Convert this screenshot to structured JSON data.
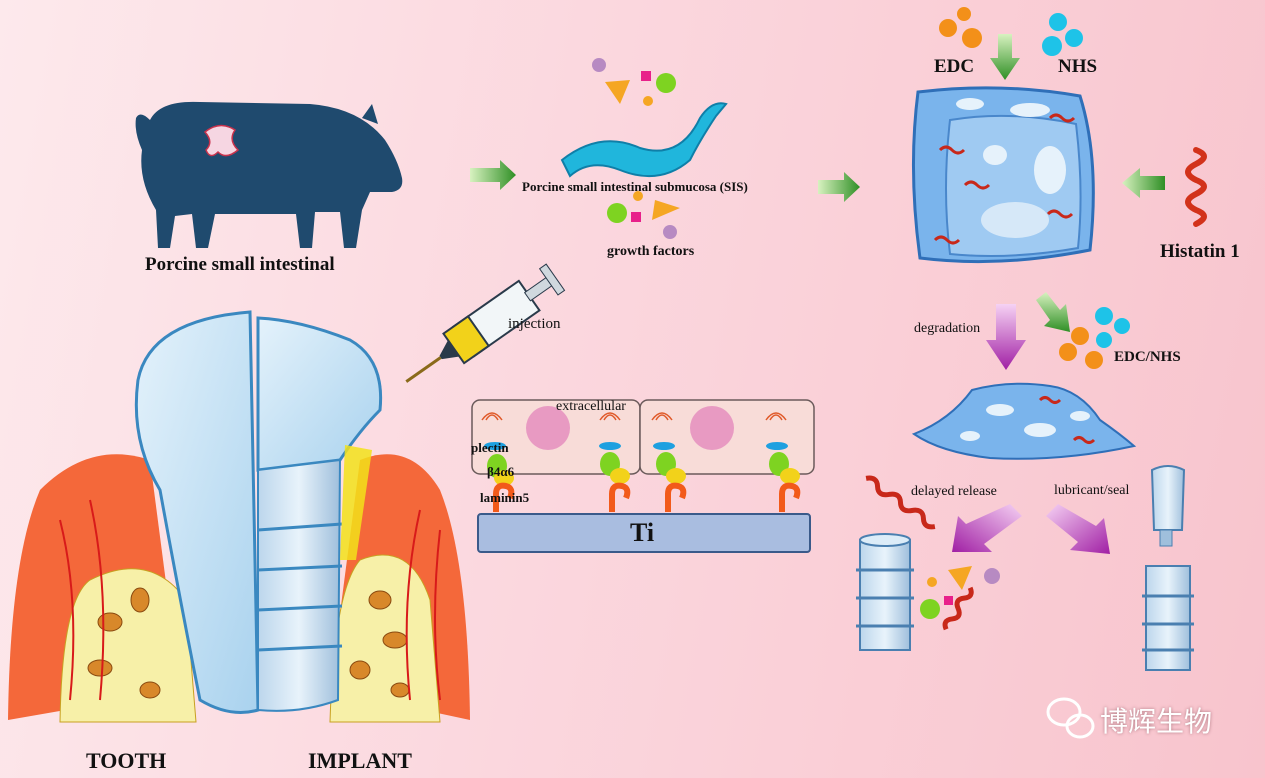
{
  "labels": {
    "pig": "Porcine small intestinal",
    "sis": "Porcine small intestinal submucosa (SIS)",
    "growth_factors": "growth factors",
    "edc": "EDC",
    "nhs": "NHS",
    "histatin": "Histatin 1",
    "degradation": "degradation",
    "edc_nhs": "EDC/NHS",
    "injection": "injection",
    "extracellular": "extracellular",
    "plectin": "plectin",
    "integrin": "β4α6",
    "laminin": "laminin5",
    "ti": "Ti",
    "delayed_release": "delayed release",
    "lubricant_seal": "lubricant/seal",
    "tooth": "TOOTH",
    "implant": "IMPLANT"
  },
  "watermark": "博辉生物",
  "colors": {
    "pig": "#1f4a6e",
    "sis_tube": "#20b6dc",
    "scaffold": "#7ab4ec",
    "gingiva": "#f4683a",
    "bone": "#f7f0a8",
    "ti_bar": "#a9bde0",
    "green_arrow": "#3a9a2a",
    "magenta_arrow": "#b02fb0",
    "orange_dot": "#f39019",
    "cyan_dot": "#1ec3e8",
    "histatin": "#d2321a"
  }
}
